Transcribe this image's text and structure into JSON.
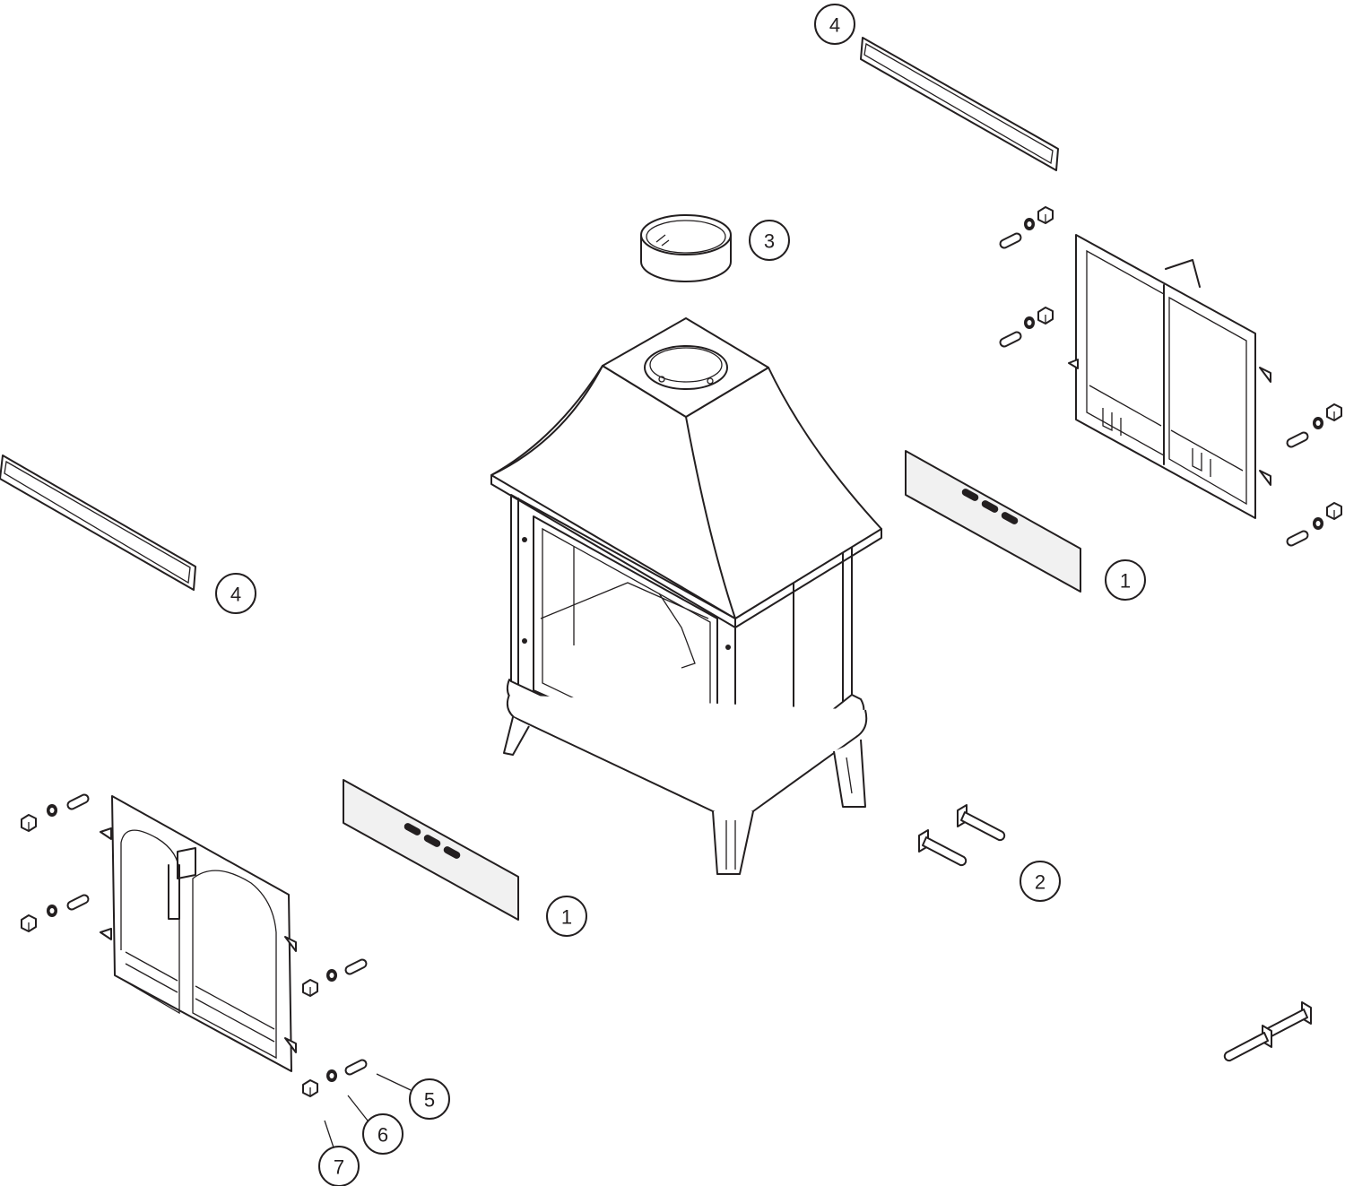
{
  "diagram": {
    "type": "exploded-parts-view",
    "subject": "stove",
    "line_color": "#231f20",
    "callouts": [
      {
        "label": "4",
        "part": "top-right-strip"
      },
      {
        "label": "3",
        "part": "flue-collar"
      },
      {
        "label": "4",
        "part": "left-strip"
      },
      {
        "label": "1",
        "part": "right-panel"
      },
      {
        "label": "1",
        "part": "left-panel"
      },
      {
        "label": "2",
        "part": "pipes"
      },
      {
        "label": "5",
        "part": "hinge-pin"
      },
      {
        "label": "6",
        "part": "washer"
      },
      {
        "label": "7",
        "part": "hinge-nut"
      }
    ]
  }
}
